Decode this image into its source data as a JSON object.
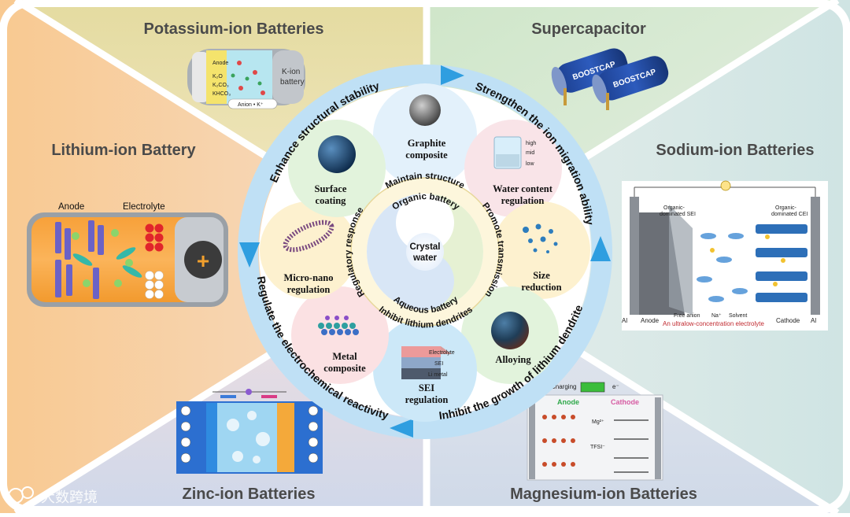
{
  "sectors": {
    "potassium": "Potassium-ion Batteries",
    "supercapacitor": "Supercapacitor",
    "lithium": "Lithium-ion Battery",
    "sodium": "Sodium-ion Batteries",
    "zinc": "Zinc-ion Batteries",
    "magnesium": "Magnesium-ion Batteries"
  },
  "outer_arcs": {
    "top_left": "Enhance structural stability",
    "top_right": "Strengthen the ion migration ability",
    "bottom_right": "Inhibit the growth of lithium dendrite",
    "bottom_left": "Regulate the electrochemical reactivity"
  },
  "petals": {
    "graphite": [
      "Graphite",
      "composite"
    ],
    "water": [
      "Water content",
      "regulation"
    ],
    "size": [
      "Size",
      "reduction"
    ],
    "alloying": [
      "Alloying"
    ],
    "sei": [
      "SEI",
      "regulation"
    ],
    "metal": [
      "Metal",
      "composite"
    ],
    "micro": [
      "Micro-nano",
      "regulation"
    ],
    "surface": [
      "Surface",
      "coating"
    ]
  },
  "ring": {
    "top": "Maintain structure",
    "right": "Promote transmission",
    "bottom": "Inhibit lithium dendrites",
    "left": "Regulatory response"
  },
  "core": {
    "organic": "Organic battery",
    "aqueous": "Aqueous battery",
    "center": [
      "Crystal",
      "water"
    ]
  },
  "potassium_img": {
    "anode": "Anode",
    "chem1": "K₂O",
    "chem2": "K₂CO₃",
    "chem3": "KHCO₃",
    "label": [
      "K-ion",
      "battery"
    ],
    "legend": "Anion  • K⁺"
  },
  "supercap_img": {
    "brand": "BOOSTCAP"
  },
  "lithium_img": {
    "anode": "Anode",
    "electrolyte": "Electrolyte",
    "terminal": "+"
  },
  "sodium_img": {
    "al_left": "Al",
    "anode": "Anode",
    "free_anion": "Free anion",
    "na": "Na⁺",
    "solvent": "Solvent",
    "cathode": "Cathode",
    "al_right": "Al",
    "sei": [
      "Organic-",
      "dominated SEI"
    ],
    "cei": [
      "Organic-",
      "dominated CEI"
    ],
    "electrolyte": "An ultralow-concentration electrolyte"
  },
  "water_img": {
    "high": "high",
    "mid": "mid",
    "low": "low"
  },
  "sei_img": {
    "l1": "Electrolyte",
    "l2": "SEI",
    "l3": "Li metal"
  },
  "magnesium_img": {
    "charging": "Charging",
    "electron": "e⁻",
    "anode": "Anode",
    "cathode": "Cathode",
    "mg": "Mg²⁺",
    "tfsi": "TFSI⁻"
  },
  "watermark": "大数跨境",
  "colors": {
    "potassium_bg": "#ece6b0",
    "supercap_bg": "#d9ead3",
    "lithium_bg": "#f9d7b4",
    "sodium_bg": "#e2ece8",
    "zinc_bg": "#f1dada",
    "magnesium_bg": "#dde4ef",
    "arc_blue": "#2f9ee0"
  }
}
